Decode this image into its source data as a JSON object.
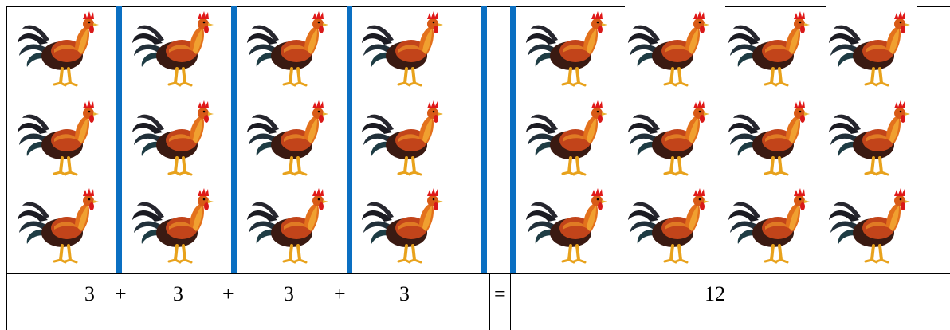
{
  "picture": {
    "group_count": 4,
    "rows_per_group": 3,
    "total_roosters": 12,
    "icon": "rooster",
    "colors": {
      "separator_bar": "#0a6fc2",
      "table_line": "#000000"
    }
  },
  "equation": {
    "terms": [
      "3",
      "3",
      "3",
      "3"
    ],
    "operator": "+",
    "equals": "=",
    "result": "12"
  }
}
